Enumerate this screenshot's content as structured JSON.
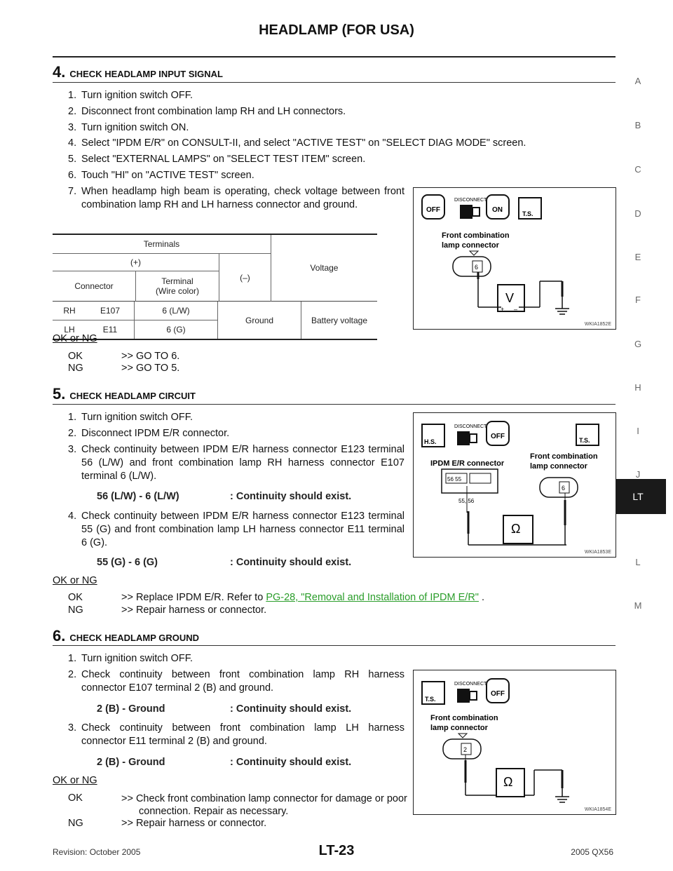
{
  "header": {
    "title": "HEADLAMP (FOR USA)"
  },
  "side_index": {
    "letters": [
      "A",
      "B",
      "C",
      "D",
      "E",
      "F",
      "G",
      "H",
      "I",
      "J",
      "LT",
      "L",
      "M"
    ],
    "active": "LT"
  },
  "step4": {
    "num": "4.",
    "title": "CHECK HEADLAMP INPUT SIGNAL",
    "items": [
      "Turn ignition switch OFF.",
      "Disconnect front combination lamp RH and LH connectors.",
      "Turn ignition switch ON.",
      "Select \"IPDM E/R\" on CONSULT-II, and select  \"ACTIVE TEST\" on \"SELECT DIAG MODE\" screen.",
      "Select \"EXTERNAL LAMPS\" on \"SELECT TEST ITEM\" screen.",
      "Touch \"HI\" on \"ACTIVE TEST\" screen.",
      "When headlamp high beam is operating, check voltage between front combination lamp RH and LH harness connector and ground."
    ],
    "table": {
      "terminals": "Terminals",
      "plus": "(+)",
      "minus": "(–)",
      "voltage": "Voltage",
      "connector": "Connector",
      "terminal_wire": "Terminal\n(Wire color)",
      "rows": [
        {
          "side": "RH",
          "connector": "E107",
          "terminal": "6 (L/W)"
        },
        {
          "side": "LH",
          "connector": "E11",
          "terminal": "6 (G)"
        }
      ],
      "ground": "Ground",
      "battery": "Battery voltage"
    },
    "ok_or_ng": "OK or NG",
    "ok": "OK",
    "ok_action": ">> GO TO 6.",
    "ng": "NG",
    "ng_action": ">> GO TO 5.",
    "figure": {
      "id": "WKIA1852E",
      "disconnect": "DISCONNECT",
      "label1": "Front combination",
      "label2": "lamp connector",
      "pin": "6",
      "meter": "V"
    }
  },
  "step5": {
    "num": "5.",
    "title": "CHECK HEADLAMP CIRCUIT",
    "items": [
      "Turn ignition switch OFF.",
      "Disconnect IPDM E/R connector.",
      "Check continuity between IPDM E/R harness connector E123 terminal 56 (L/W) and front combination lamp RH harness connector E107 terminal 6 (L/W).",
      "Check continuity between IPDM E/R harness connector E123 terminal 55 (G) and front combination lamp LH harness connector E11 terminal 6 (G)."
    ],
    "spec1_left": "56 (L/W) - 6 (L/W)",
    "spec1_right": ": Continuity should exist.",
    "spec2_left": "55 (G) - 6 (G)",
    "spec2_right": ": Continuity should exist.",
    "ok_or_ng": "OK or NG",
    "ok": "OK",
    "ok_action": ">> Replace IPDM E/R. Refer to",
    "ok_link": "PG-28, \"Removal and Installation of IPDM E/R\"",
    "ok_tail": " .",
    "ng": "NG",
    "ng_action": ">> Repair harness or connector.",
    "figure": {
      "id": "WKIA1853E",
      "disconnect": "DISCONNECT",
      "ipdm_label": "IPDM E/R connector",
      "fc_label1": "Front combination",
      "fc_label2": "lamp connector",
      "pins": "56 55",
      "pin_note": "55, 56",
      "pin": "6",
      "meter": "Ω"
    }
  },
  "step6": {
    "num": "6.",
    "title": "CHECK HEADLAMP GROUND",
    "items": [
      "Turn ignition switch OFF.",
      "Check continuity between front combination lamp RH harness connector E107 terminal 2 (B) and ground.",
      "Check continuity between front combination lamp LH harness connector E11 terminal 2 (B) and ground."
    ],
    "spec1_left": "2 (B) - Ground",
    "spec1_right": ": Continuity should exist.",
    "spec2_left": "2 (B) - Ground",
    "spec2_right": ": Continuity should exist.",
    "ok_or_ng": "OK or NG",
    "ok": "OK",
    "ok_action": ">> Check front combination lamp connector for damage or poor connection. Repair as necessary.",
    "ng": "NG",
    "ng_action": ">> Repair harness or connector.",
    "figure": {
      "id": "WKIA1854E",
      "disconnect": "DISCONNECT",
      "label1": "Front combination",
      "label2": "lamp connector",
      "pin": "2",
      "meter": "Ω"
    }
  },
  "footer": {
    "revision": "Revision: October 2005",
    "page": "LT-23",
    "model": "2005 QX56"
  }
}
